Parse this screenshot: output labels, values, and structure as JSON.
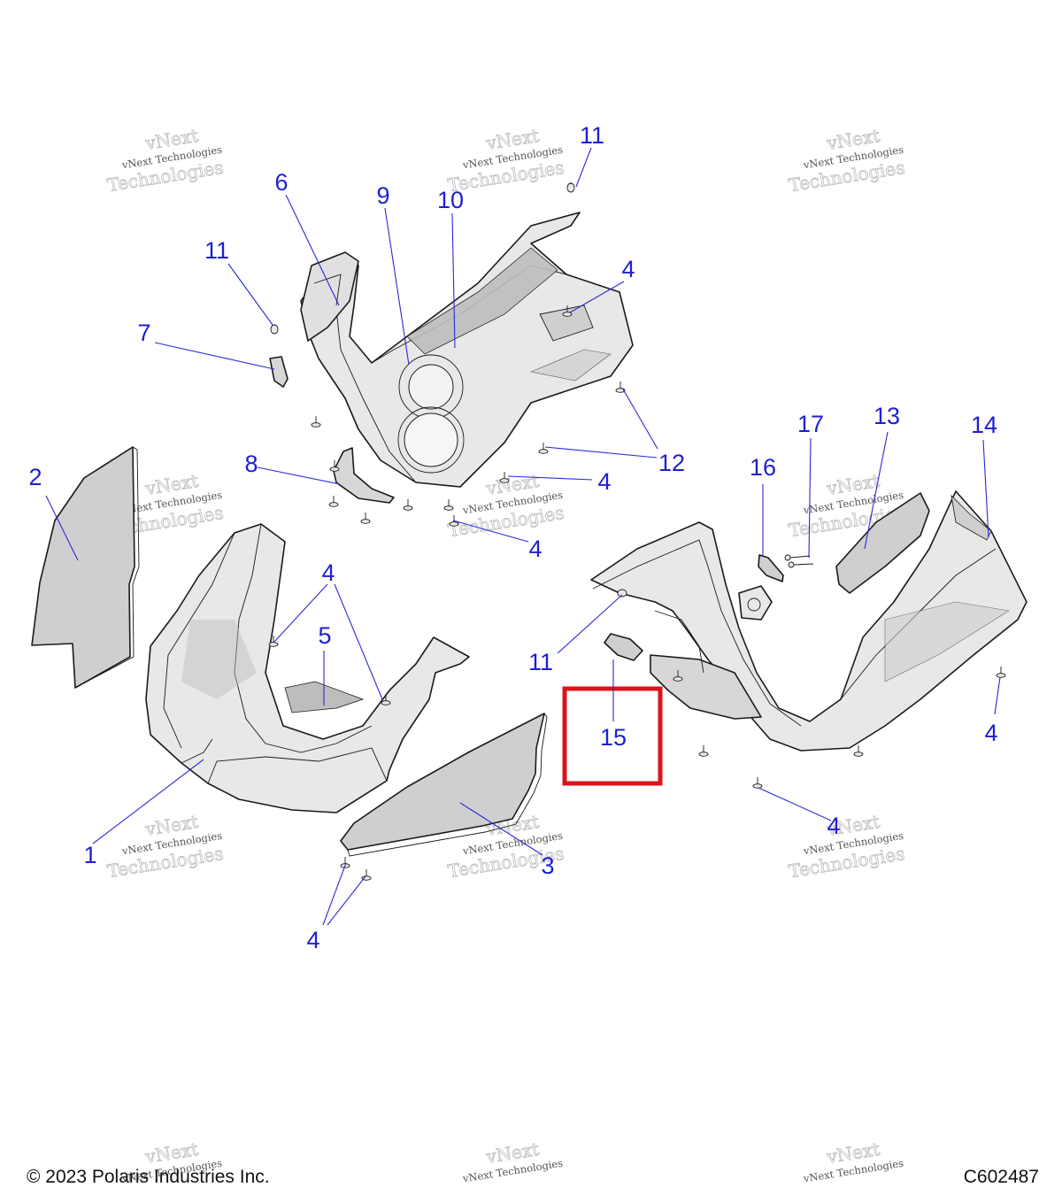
{
  "watermark": {
    "line1": "vNext",
    "line2": "vNext Technologies",
    "line3": "Technologies"
  },
  "callouts": {
    "c1": "1",
    "c2": "2",
    "c3": "3",
    "c4a": "4",
    "c4b": "4",
    "c4c": "4",
    "c4d": "4",
    "c4e": "4",
    "c4f": "4",
    "c4g": "4",
    "c5": "5",
    "c6": "6",
    "c7": "7",
    "c8": "8",
    "c9": "9",
    "c10": "10",
    "c11a": "11",
    "c11b": "11",
    "c11c": "11",
    "c12": "12",
    "c13": "13",
    "c14": "14",
    "c15": "15",
    "c16": "16",
    "c17": "17"
  },
  "highlight": {
    "part": "15",
    "color": "#d9141b"
  },
  "colors": {
    "callout_text": "#1f1fd1",
    "part_fill": "#e8e8e8",
    "panel_fill": "#cfcfcf"
  },
  "footer": {
    "copyright": "© 2023 Polaris Industries Inc.",
    "drawing_number": "C602487"
  }
}
